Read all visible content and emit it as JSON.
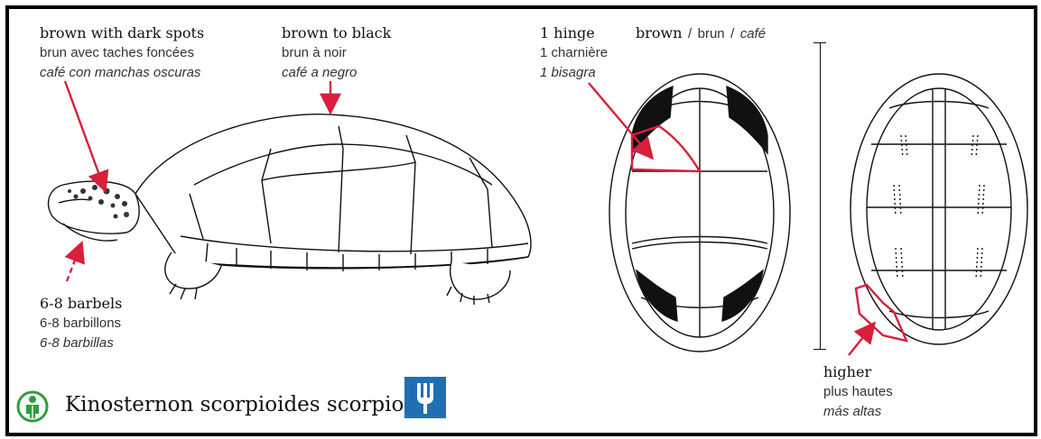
{
  "colors": {
    "accent_red": "#d81f3c",
    "icon_green": "#2e9e3d",
    "icon_blue": "#1f6fb3",
    "outline": "#111111"
  },
  "labels": {
    "spots": {
      "en": "brown with dark spots",
      "fr": "brun avec taches foncées",
      "es": "café con manchas oscuras"
    },
    "shell": {
      "en": "brown to black",
      "fr": "brun à noir",
      "es": "café a negro"
    },
    "barbels": {
      "en": "6-8 barbels",
      "fr": "6-8 barbillons",
      "es": "6-8 barbillas"
    },
    "hinge": {
      "en": "1 hinge",
      "fr": "1 charnière",
      "es": "1 bisagra"
    },
    "plastron": {
      "en": "brown",
      "sep": "/",
      "fr": "brun",
      "es": "café"
    },
    "higher": {
      "en": "higher",
      "fr": "plus hautes",
      "es": "más altas"
    }
  },
  "species": {
    "name": "Kinosternon scorpioides scorpioides"
  },
  "icons": {
    "status": "person-circle-icon",
    "diet": "fork-icon"
  }
}
